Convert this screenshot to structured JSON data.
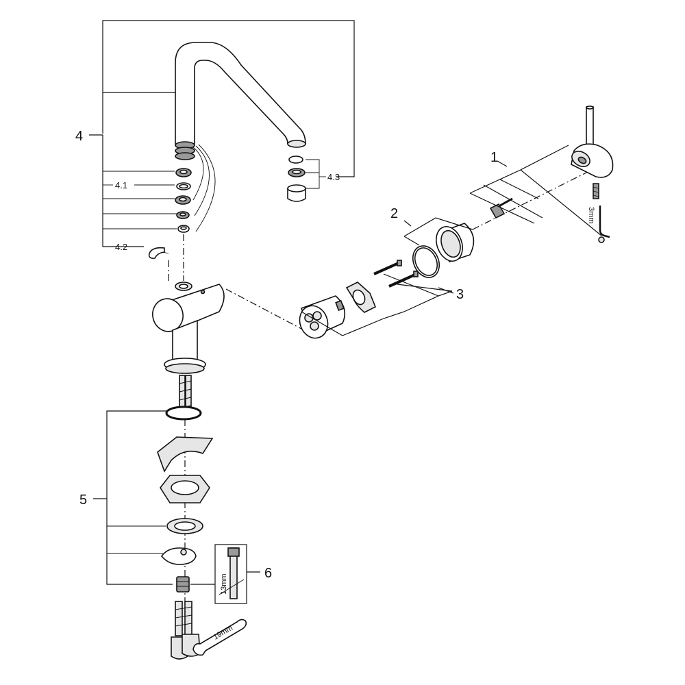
{
  "labels": {
    "l1": "1",
    "l2": "2",
    "l3": "3",
    "l4": "4",
    "l4_1": "4.1",
    "l4_2": "4.2",
    "l4_3": "4.3",
    "l5": "5",
    "l6": "6"
  },
  "tools": {
    "hex_key": "3mm",
    "wrench_13": "13mm",
    "wrench_19": "19mm"
  }
}
